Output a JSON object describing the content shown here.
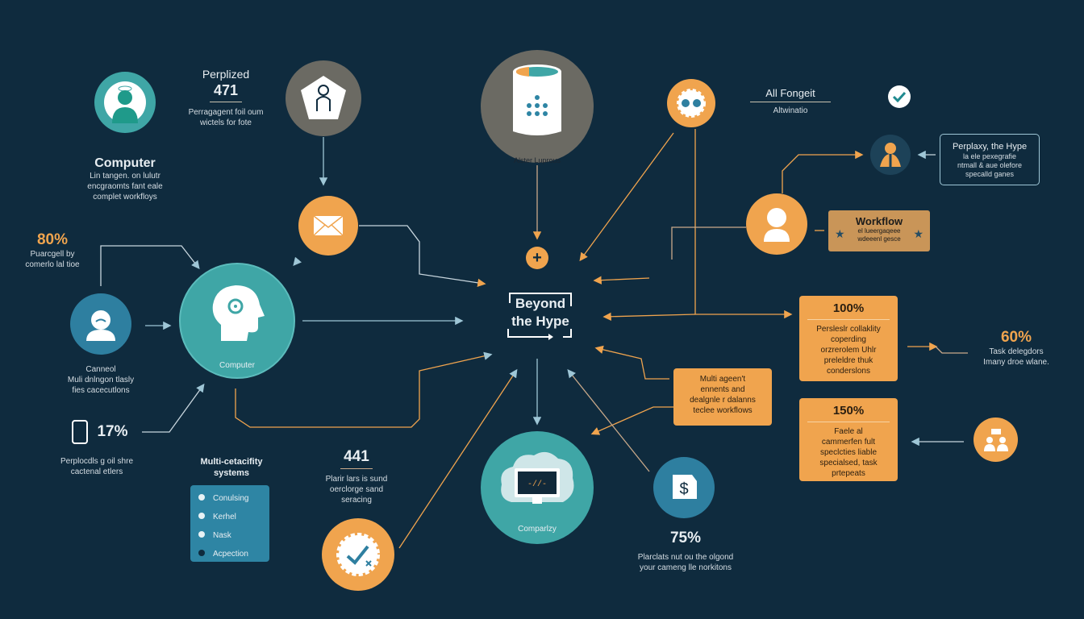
{
  "colors": {
    "background": "#0f2b3e",
    "orange": "#f0a44e",
    "teal": "#3fa6a6",
    "blue": "#2e7fa0",
    "grey": "#6b6a63"
  },
  "center": {
    "line1": "Beyond",
    "line2": "the Hype"
  },
  "top_left": {
    "title": "Perplized",
    "number": "471",
    "desc1": "Perragagent foil oum",
    "desc2": "wictels for fote"
  },
  "computer": {
    "title": "Computer",
    "desc1": "Lin tangen. on lulutr",
    "desc2": "encgraomts fant eale",
    "desc3": "complet workfloys"
  },
  "stat_80": {
    "value": "80%",
    "desc1": "Puarcgell by",
    "desc2": "comerlo lal tioe"
  },
  "person_left": {
    "desc1": "Canneol",
    "desc2": "Muli dnlngon tlasly",
    "desc3": "fies cacecutlons"
  },
  "head_circle": {
    "label": "Computer"
  },
  "stat_17": {
    "value": "17%",
    "desc1": "Perplocdls g oil shre",
    "desc2": "cactenal etlers"
  },
  "systems": {
    "title1": "Multi-cetacifity",
    "title2": "systems",
    "items": [
      "Conulsing",
      "Kerhel",
      "Nask",
      "Acpection"
    ]
  },
  "stat_441": {
    "value": "441",
    "desc1": "Plarir lars is sund",
    "desc2": "oerclorge sand",
    "desc3": "seracing"
  },
  "cylinder": {
    "label": "Alster Luprous"
  },
  "cloud": {
    "label": "Comparlzy"
  },
  "stat_75": {
    "value": "75%",
    "desc1": "Plarclats nut ou the olgond",
    "desc2": "your cameng lle norkitons"
  },
  "top_right": {
    "title": "All Fongeit",
    "subtitle": "Altwinatio"
  },
  "outline_box": {
    "line1": "Perplaxy, the Hype",
    "line2": "la ele pexegrafie",
    "line3": "ntmall & aue olefore",
    "line4": "specalld ganes"
  },
  "workflow": {
    "title": "Workflow",
    "line1": "el lueergaqeee",
    "line2": "wdeeenl gesce"
  },
  "box_100": {
    "value": "100%",
    "lines": [
      "Persleslr collaklity",
      "coperding",
      "orzrerolem Uhlr",
      "preleldre thuk",
      "conderslons"
    ]
  },
  "stat_60": {
    "value": "60%",
    "desc1": "Task delegdors",
    "desc2": "Imany droe wlane."
  },
  "multi_agent": {
    "lines": [
      "Multi ageen't",
      "ennents and",
      "dealgnle r dalanns",
      "teclee workflows"
    ]
  },
  "box_150": {
    "value": "150%",
    "lines": [
      "Faele al",
      "cammerfen fult",
      "speclcties liable",
      "specialsed, task",
      "prtepeats"
    ]
  }
}
